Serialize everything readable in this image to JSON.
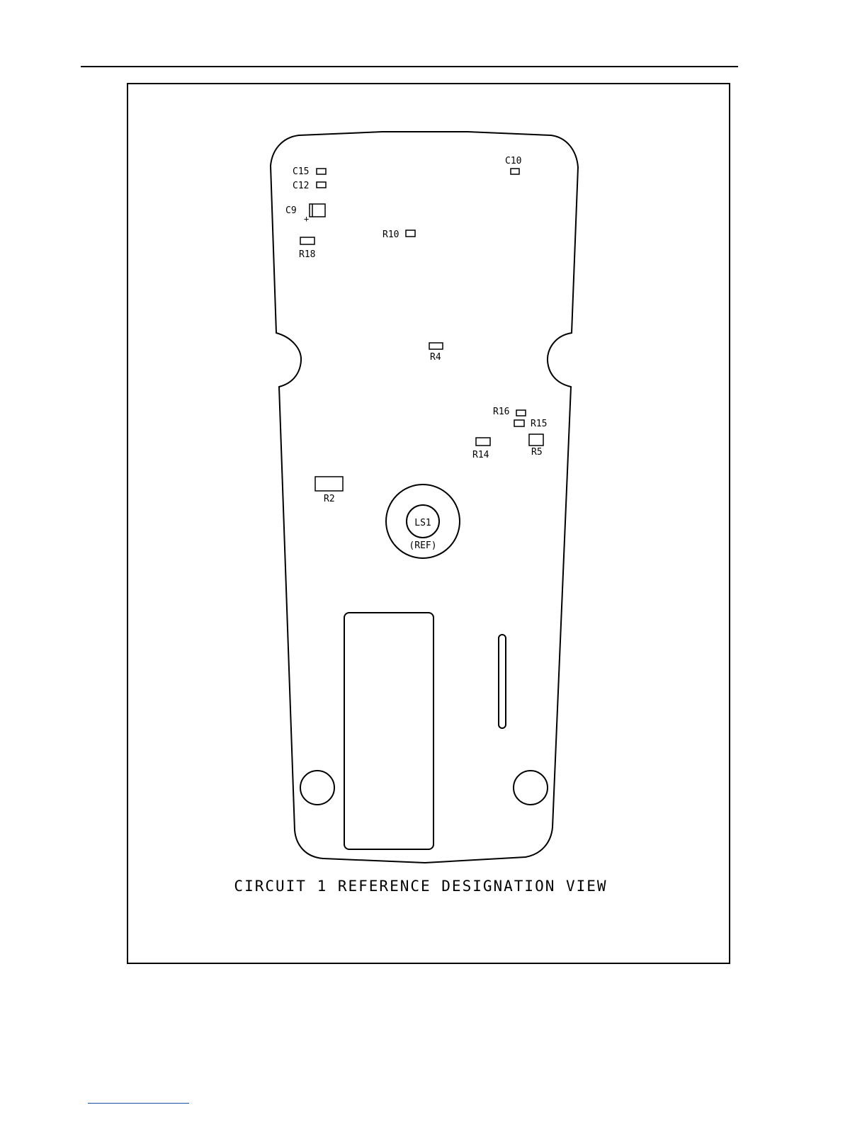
{
  "caption": "CIRCUIT 1 REFERENCE DESIGNATION VIEW",
  "components": {
    "c15": "C15",
    "c12": "C12",
    "c9": "C9",
    "c9_polarity": "+",
    "c10": "C10",
    "r10": "R10",
    "r18": "R18",
    "r4": "R4",
    "r16": "R16",
    "r15": "R15",
    "r14": "R14",
    "r5": "R5",
    "r2": "R2",
    "ls1": "LS1",
    "ls1_note": "(REF)"
  },
  "colors": {
    "ink": "#000000",
    "link_rule": "#1a4fa3"
  }
}
